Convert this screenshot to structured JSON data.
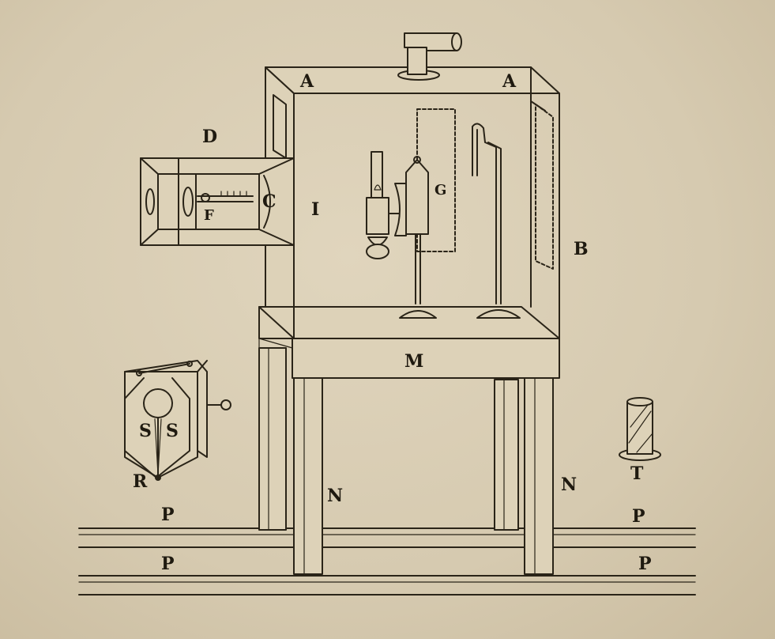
{
  "labels": {
    "A_left": "A",
    "A_right": "A",
    "B": "B",
    "C": "C",
    "D": "D",
    "F": "F",
    "G": "G",
    "I": "I",
    "M": "M",
    "N_left": "N",
    "N_right": "N",
    "P_left_top": "P",
    "P_left_bottom": "P",
    "P_right_top": "P",
    "P_right_bottom": "P",
    "R": "R",
    "S_left": "S",
    "S_right": "S",
    "T": "T"
  }
}
